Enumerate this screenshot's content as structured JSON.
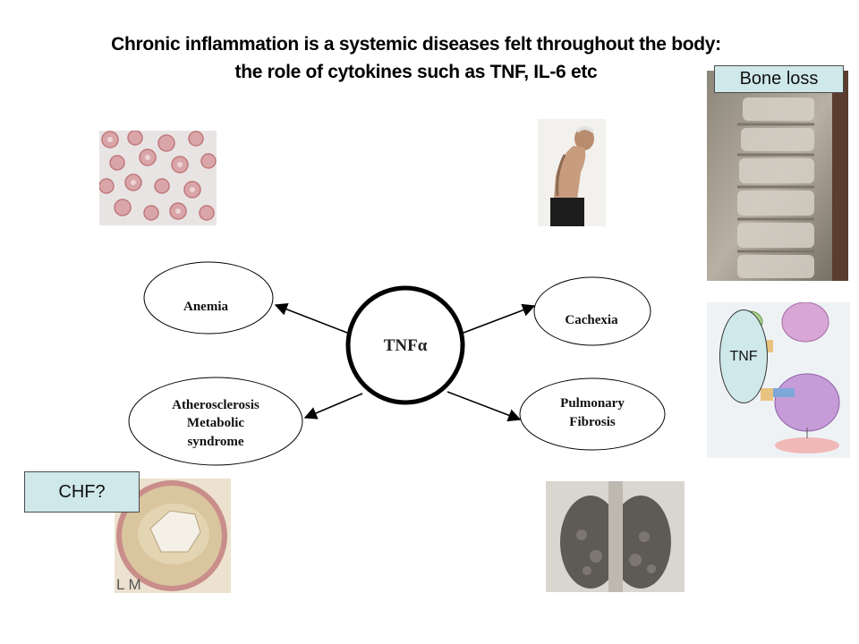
{
  "title": {
    "line1": "Chronic inflammation is a systemic diseases felt throughout the body:",
    "line2": "the role of cytokines such as TNF, IL-6 etc"
  },
  "center": {
    "label": "TNFα"
  },
  "nodes": {
    "anemia": "Anemia",
    "cachexia": "Cachexia",
    "athero_line1": "Atherosclerosis",
    "athero_line2": "Metabolic",
    "athero_line3": "syndrome",
    "pulmonary_line1": "Pulmonary",
    "pulmonary_line2": "Fibrosis"
  },
  "callouts": {
    "bone_loss": "Bone loss",
    "tnf": "TNF",
    "chf": "CHF?"
  },
  "image_labels": {
    "artery_lm": "L M"
  },
  "colors": {
    "callout_fill": "#cfe8ea",
    "ring": "#000000"
  }
}
